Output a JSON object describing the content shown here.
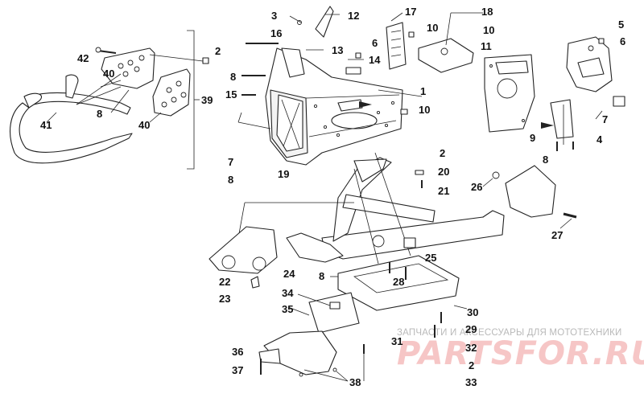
{
  "callouts": [
    "1",
    "2",
    "3",
    "4",
    "5",
    "6",
    "7",
    "8",
    "9",
    "10",
    "11",
    "12",
    "13",
    "14",
    "15",
    "16",
    "17",
    "18",
    "19",
    "20",
    "21",
    "22",
    "23",
    "24",
    "25",
    "26",
    "27",
    "28",
    "29",
    "30",
    "31",
    "32",
    "33",
    "34",
    "35",
    "36",
    "37",
    "38",
    "39",
    "40",
    "41",
    "42"
  ],
  "watermark": {
    "subtitle": "ЗАПЧАСТИ И АКСЕССУАРЫ ДЛЯ МОТОТЕХНИКИ",
    "logo": "PARTSFOR.RU"
  },
  "colors": {
    "line": "#222222",
    "watermark_logo": "#f6c6c6",
    "watermark_text": "#b9b9b9"
  }
}
